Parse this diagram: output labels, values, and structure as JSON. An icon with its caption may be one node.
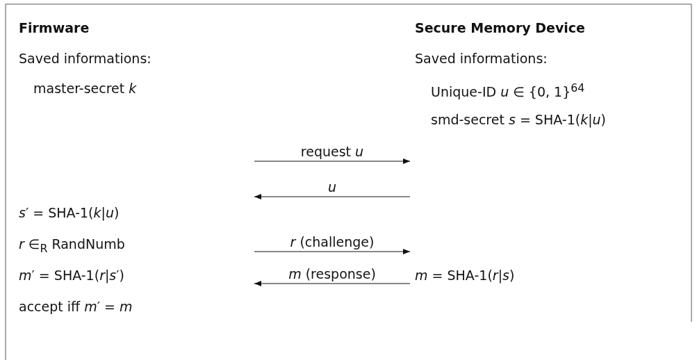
{
  "diagram": {
    "nodes": [
      {
        "text": [
          "Firmware",
          "Saved informations:",
          "master-secret *k*",
          "*s*′ = SHA-1(*k*|*u*)",
          "*r* ∈$_{R}$ RandNumb",
          "*m*′ = SHA-1(*r*|*s*′)",
          "accept iff *m*′ = *m*"
        ]
      },
      {
        "text": [
          "Secure Memory Device",
          "Saved informations:",
          "Unique-ID *u* ∈ {0, 1}$^{64}$",
          "smd-secret *s* = SHA-1(*k*|*u*)",
          "*m* = SHA-1(*r*|*s*)"
        ]
      }
    ],
    "edges": [
      {
        "from": null,
        "to": 1,
        "arrow": "to",
        "label": "request *u*"
      },
      {
        "from": 1,
        "to": null,
        "arrow": "to",
        "label": "*u*"
      },
      {
        "from": null,
        "to": 1,
        "arrow": "to",
        "label": "*r* (challenge)"
      },
      {
        "from": 1,
        "to": null,
        "arrow": "to",
        "label": "*m* (response)"
      }
    ]
  }
}
